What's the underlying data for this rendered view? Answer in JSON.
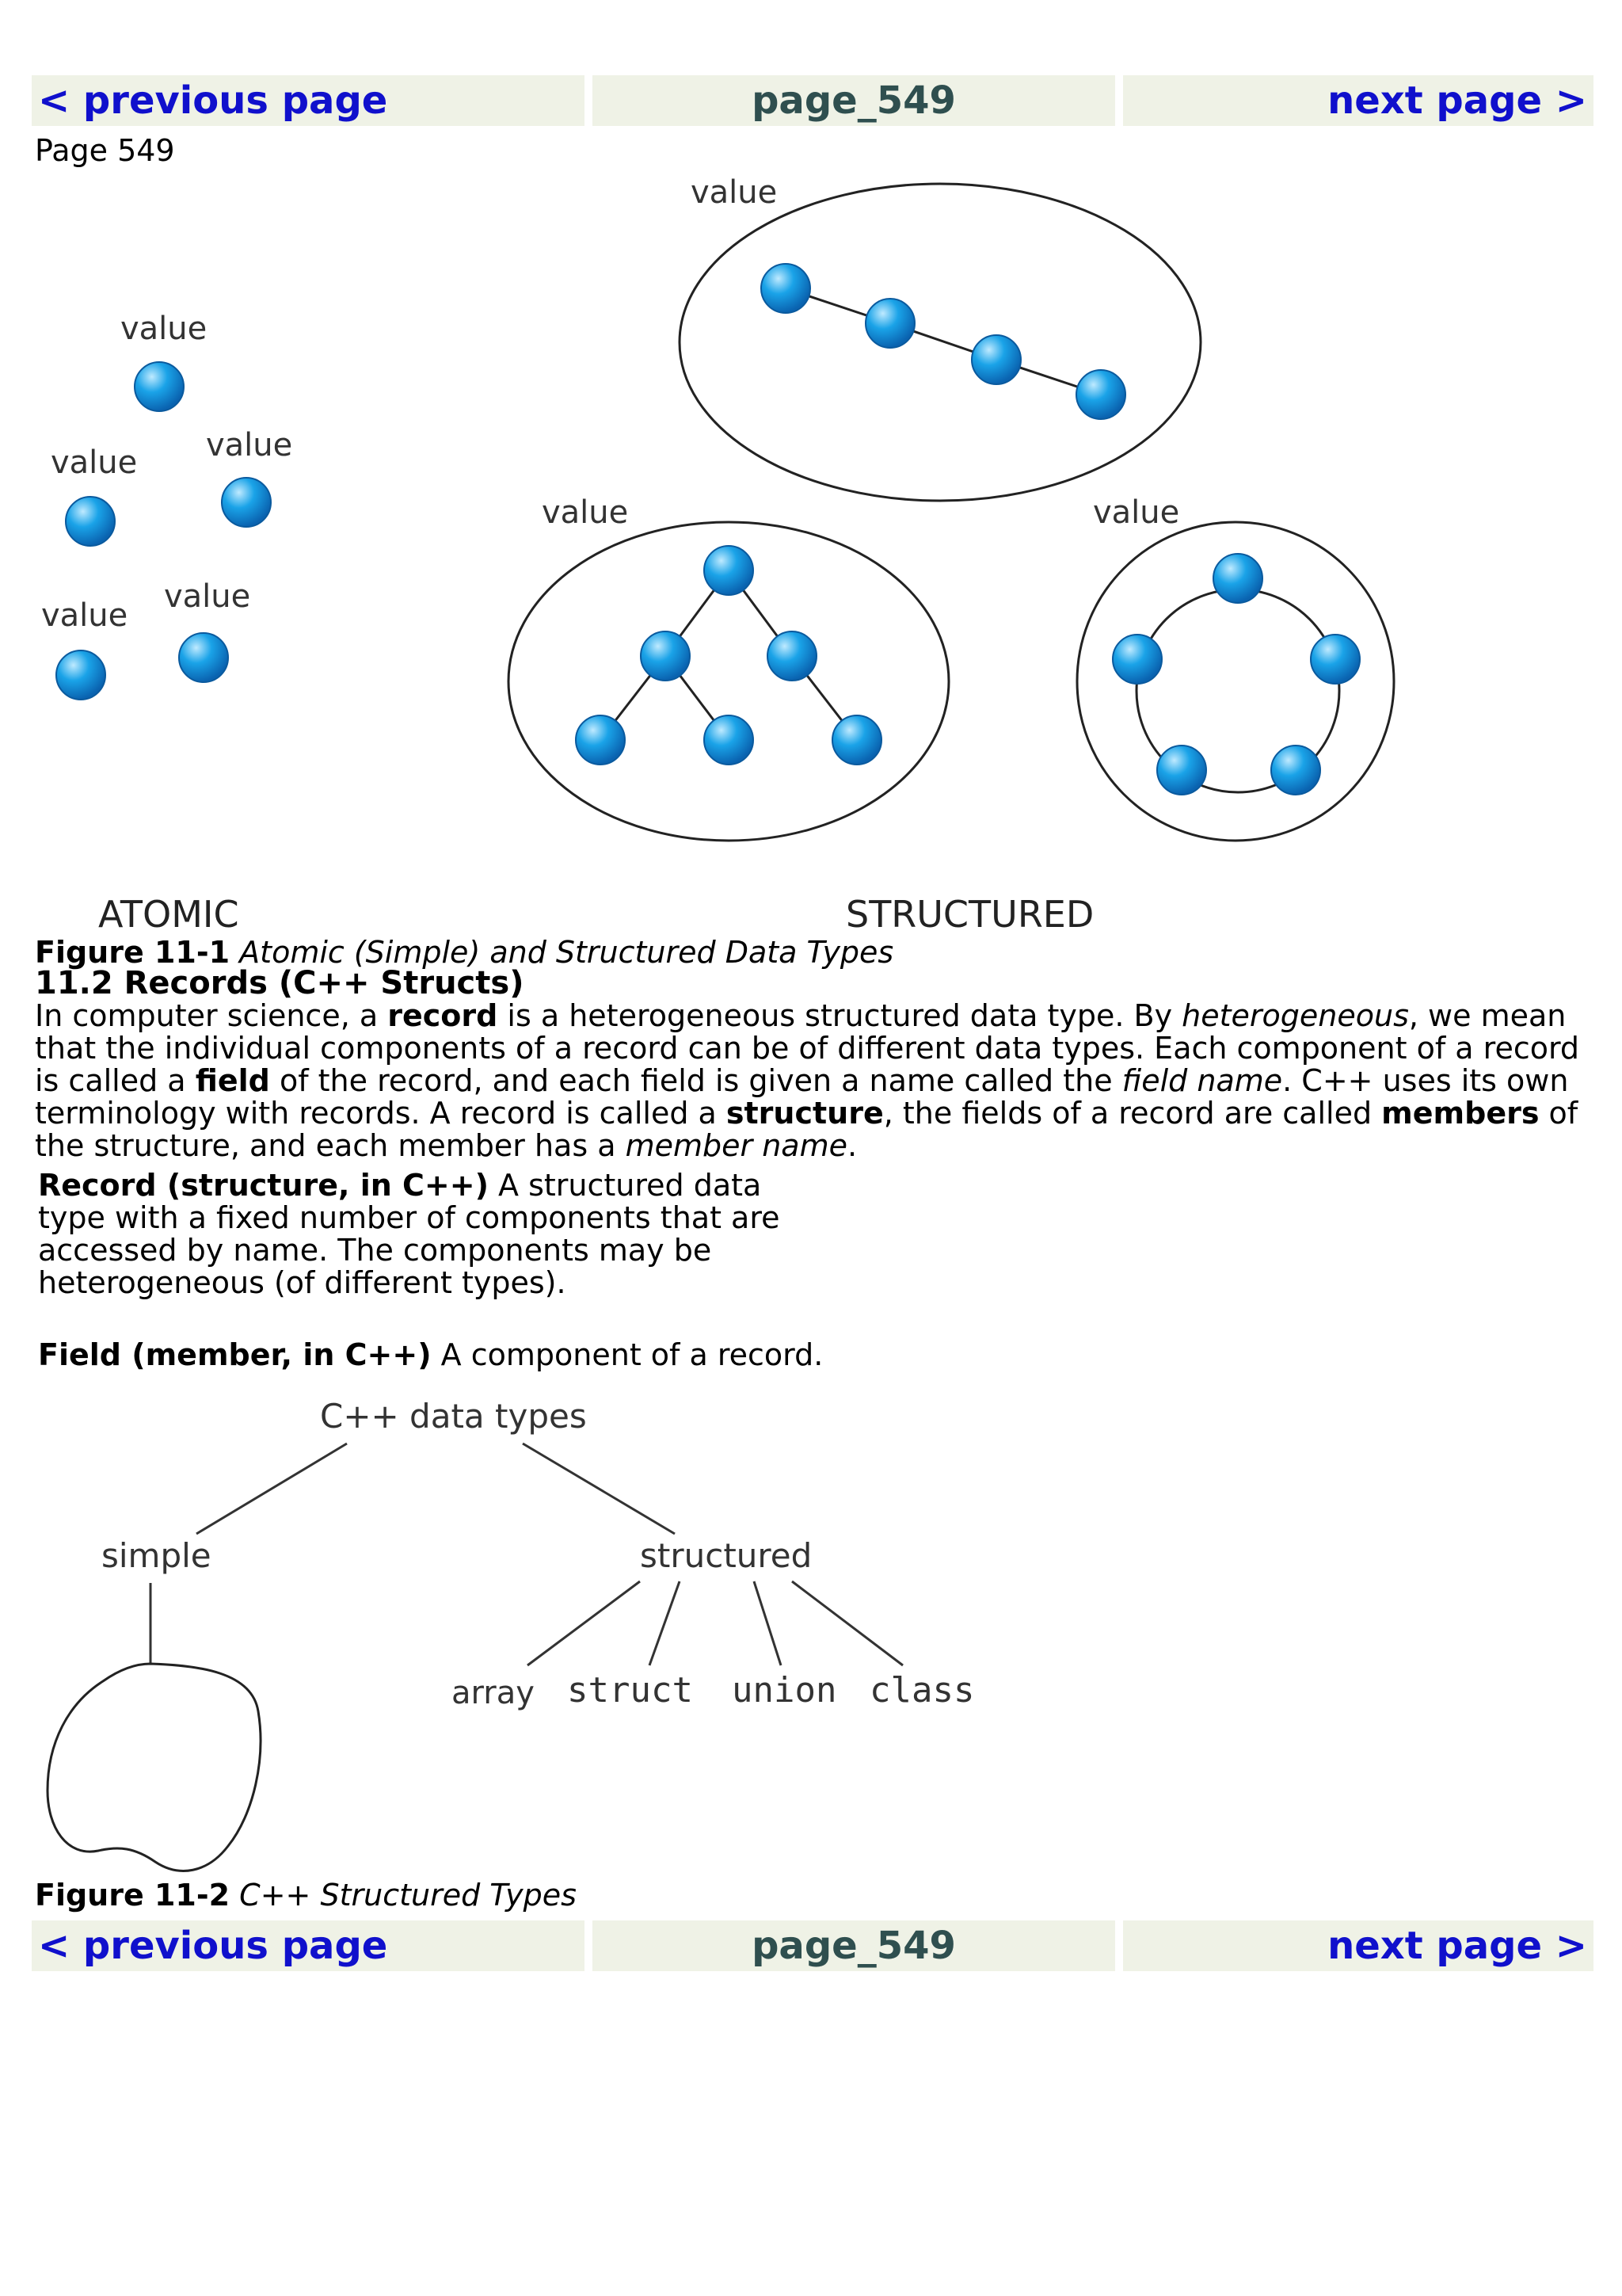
{
  "nav": {
    "previous": "< previous page",
    "page": "page_549",
    "next": "next page >"
  },
  "page_label": "Page 549",
  "figure1": {
    "value_label": "value",
    "atomic_label": "ATOMIC",
    "structured_label": "STRUCTURED",
    "caption_number": "Figure 11-1",
    "caption_text": "Atomic (Simple) and Structured Data Types",
    "node_color": "#1aa3e8"
  },
  "section": {
    "heading": "11.2 Records (C++ Structs)",
    "p1": "In computer science, a ",
    "b1": "record",
    "p2": " is a heterogeneous structured data type. By ",
    "i1": "heterogeneous",
    "p3": ", we mean that the individual components of a record can be of different data types. Each component of a record is called a ",
    "b2": "field",
    "p4": " of the record, and each field is given a name called the ",
    "i2": "field name",
    "p5": ". C++ uses its own terminology with records. A record is called a ",
    "b3": "structure",
    "p6": ", the fields of a record are called ",
    "b4": "members",
    "p7": " of the structure, and each member has a ",
    "i3": "member name",
    "p8": "."
  },
  "definitions": {
    "record_term": "Record (structure, in C++)",
    "record_text": " A structured data type with a fixed number of components that are accessed by name. The components may be heterogeneous (of different types).",
    "field_term": "Field (member, in C++)",
    "field_text": " A component of a record."
  },
  "figure2": {
    "root": "C++ data types",
    "simple": "simple",
    "structured": "structured",
    "children": [
      "array",
      "struct",
      "union",
      "class"
    ],
    "caption_number": "Figure 11-2",
    "caption_text": "C++ Structured Types"
  }
}
